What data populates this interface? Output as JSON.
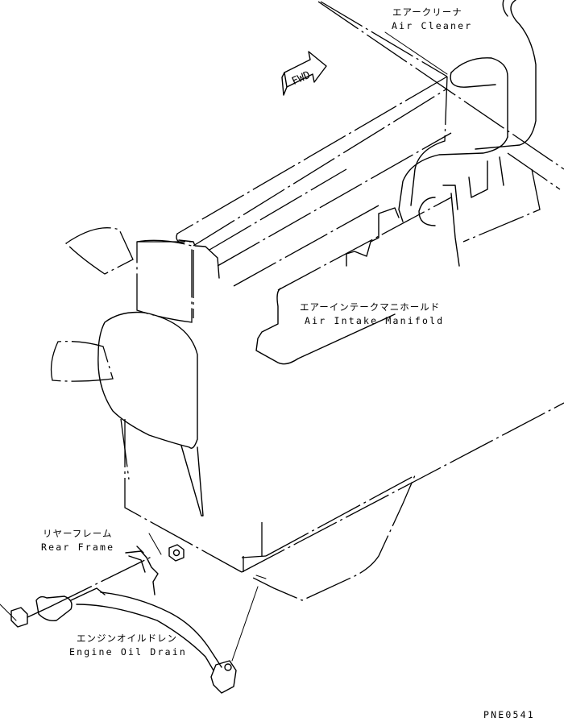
{
  "labels": {
    "air_cleaner": {
      "jp": "エアークリーナ",
      "en": "Air Cleaner"
    },
    "intake_manifold": {
      "jp": "エアーインテークマニホールド",
      "en": "Air Intake Manifold"
    },
    "rear_frame": {
      "jp": "リヤーフレーム",
      "en": "Rear Frame"
    },
    "oil_drain": {
      "jp": "エンジンオイルドレン",
      "en": "Engine Oil Drain"
    }
  },
  "fwd_arrow": "FWD",
  "drawing_code": "PNE0541"
}
